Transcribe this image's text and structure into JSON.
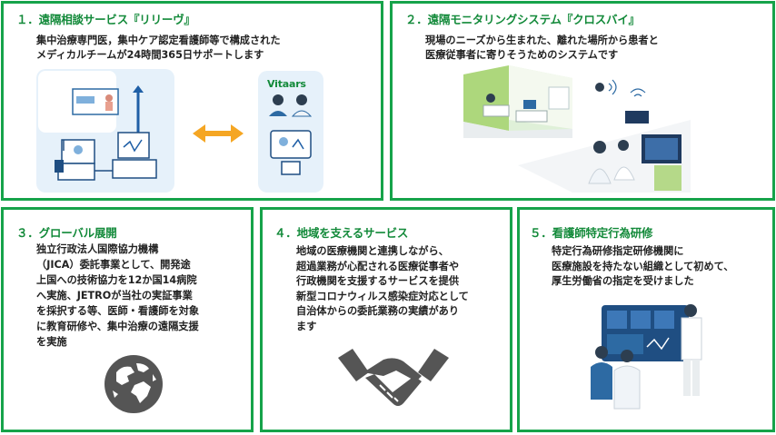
{
  "panels": [
    {
      "title": "１．遠隔相談サービス『リリーヴ』",
      "lines": [
        "集中治療専門医，集中ケア認定看護師等で構成された",
        "メディカルチームが24時間365日サポートします"
      ],
      "app_label": "Vitaars"
    },
    {
      "title": "２．遠隔モニタリングシステム『クロスバイ』",
      "lines": [
        "現場のニーズから生まれた、離れた場所から患者と",
        "医療従事者に寄りそうためのシステムです"
      ]
    },
    {
      "title": "３．グローバル展開",
      "lines": [
        "独立行政法人国際協力機構",
        "（JICA）委託事業として、開発途",
        "上国への技術協力を12か国14病院",
        "へ実施、JETROが当社の実証事業",
        "を採択する等、医師・看護師を対象",
        "に教育研修や、集中治療の遠隔支援",
        "を実施"
      ]
    },
    {
      "title": "４．地域を支えるサービス",
      "lines": [
        "地域の医療機関と連携しながら、",
        "超過業務が心配される医療従事者や",
        "行政機関を支援するサービスを提供",
        "新型コロナウィルス感染症対応として",
        "自治体からの委託業務の実績があり",
        "ます"
      ]
    },
    {
      "title": "５．看護師特定行為研修",
      "lines": [
        "特定行為研修指定研修機関に",
        "医療施設を持たない組織として初めて、",
        "厚生労働省の指定を受けました"
      ]
    }
  ],
  "colors": {
    "border": "#16a34a",
    "title": "#138a3a",
    "accent": "#f5a623",
    "icon_dark": "#555555"
  },
  "icons": [
    "globe-icon",
    "handshake-icon",
    "double-arrow-icon"
  ]
}
